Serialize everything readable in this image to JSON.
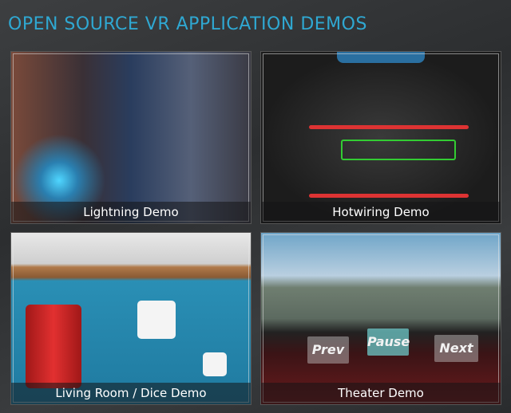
{
  "page": {
    "title": "OPEN SOURCE VR APPLICATION DEMOS"
  },
  "demos": [
    {
      "label": "Lightning Demo"
    },
    {
      "label": "Hotwiring Demo"
    },
    {
      "label": "Living Room / Dice Demo"
    },
    {
      "label": "Theater Demo",
      "panels": {
        "prev": "Prev",
        "pause": "Pause",
        "next": "Next"
      }
    }
  ],
  "colors": {
    "title": "#2fa8d2",
    "background": "#333537"
  }
}
